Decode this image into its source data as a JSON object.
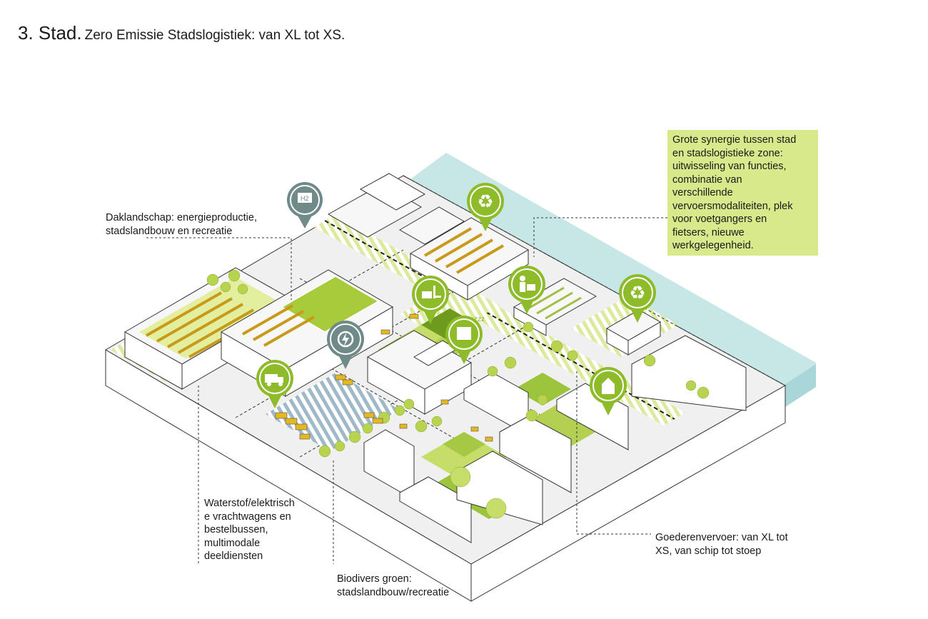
{
  "title": {
    "number": "3. Stad.",
    "subtitle": "Zero Emissie Stadslogistiek: van XL tot XS."
  },
  "labels": {
    "daklandschap": [
      "Daklandschap: energieproductie,",
      "stadslandbouw en recreatie"
    ],
    "synergie": [
      "Grote synergie tussen stad",
      "en stadslogistieke zone:",
      "uitwisseling van functies,",
      "combinatie van",
      "verschillende",
      "vervoersmodaliteiten, plek",
      "voor voetgangers en",
      "fietsers, nieuwe",
      "werkgelegenheid."
    ],
    "waterstof": [
      "Waterstof/elektrisch",
      "e vrachtwagens en",
      "bestelbussen,",
      "multimodale",
      "deeldiensten"
    ],
    "biodivers": [
      "Biodivers groen:",
      "stadslandbouw/recreatie"
    ],
    "goederen": [
      "Goederenvervoer: van XL tot",
      "XS, van schip tot stoep"
    ]
  },
  "pins": [
    {
      "icon": "hydrogen-truck-icon",
      "text": "H2"
    },
    {
      "icon": "recycle-icon",
      "text": "♻"
    },
    {
      "icon": "forklift-icon",
      "text": ""
    },
    {
      "icon": "person-plant-icon",
      "text": ""
    },
    {
      "icon": "recycle-icon",
      "text": "♻"
    },
    {
      "icon": "electric-charging-icon",
      "text": ""
    },
    {
      "icon": "sleeping-truck-icon",
      "text": "zzz"
    },
    {
      "icon": "green-truck-icon",
      "text": ""
    },
    {
      "icon": "house-icon",
      "text": ""
    }
  ],
  "colors": {
    "pin_green": "#8dbb2a",
    "pin_grey": "#6f8a88",
    "water": "#c7e6e6",
    "lime": "#d7e88a",
    "callout_bg": "#d8e98c"
  }
}
